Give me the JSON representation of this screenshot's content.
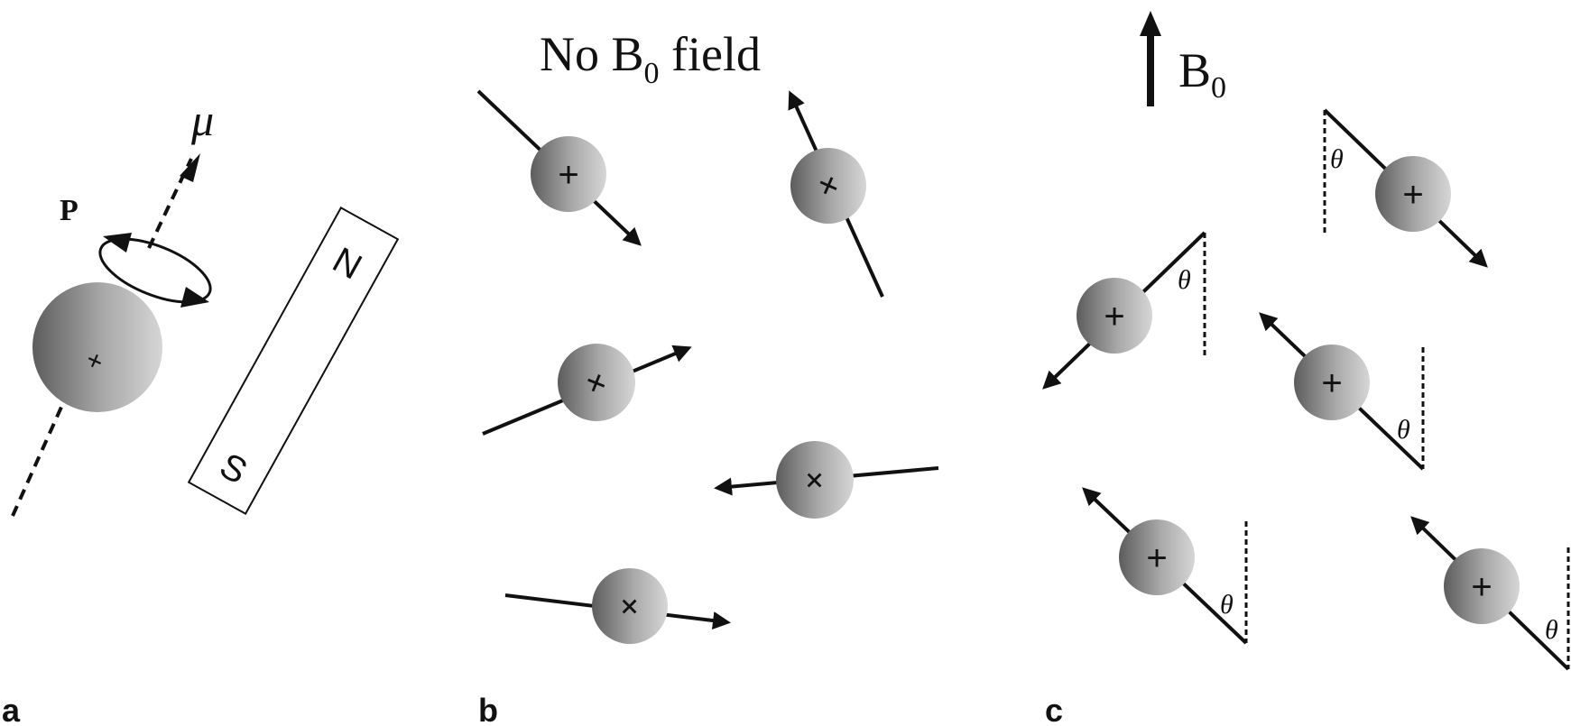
{
  "panels": {
    "a": {
      "label": "a",
      "mu_symbol": "μ",
      "precession_label": "P",
      "magnet": {
        "north_label": "N",
        "south_label": "S"
      },
      "nucleus_sign": "+"
    },
    "b": {
      "label": "b",
      "title_prefix": "No B",
      "title_subscript": "0",
      "title_suffix": " field",
      "nucleus_sign": "+"
    },
    "c": {
      "label": "c",
      "field_symbol": "B",
      "field_subscript": "0",
      "angle_symbol": "θ",
      "nucleus_sign": "+"
    }
  },
  "colors": {
    "ink": "#111111",
    "sphere_dark": "#5c5c5c",
    "sphere_light": "#d6d6d6"
  }
}
